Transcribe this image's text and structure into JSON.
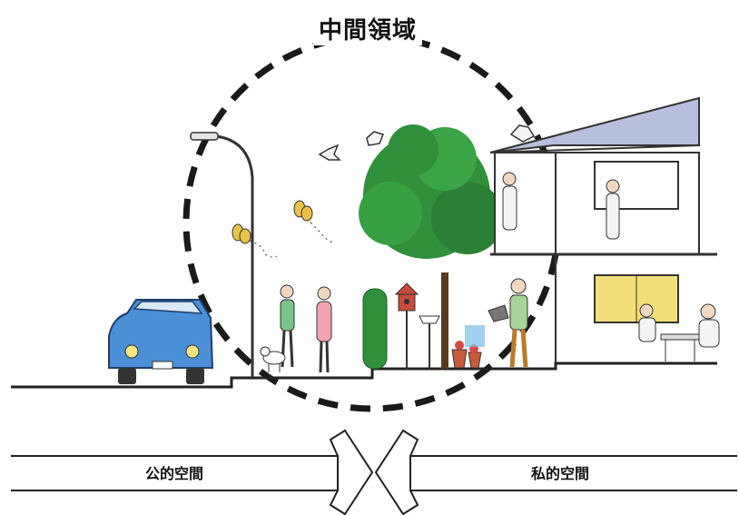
{
  "title": "中間領域",
  "public_space_label": "公的空間",
  "private_space_label": "私的空間",
  "colors": {
    "dashed_circle": "#1a1a1a",
    "tree_green": "#2f8f3a",
    "car_blue": "#4b8fd6",
    "house_roof": "#b8bfdc",
    "window_yellow": "#f3df7a",
    "ground_line": "#222222"
  },
  "icons": [
    "street-lamp-icon",
    "car-icon",
    "tree-icon",
    "birdhouse-icon",
    "butterfly-icon",
    "bird-icon",
    "person-icon",
    "dog-icon",
    "flower-pot-icon",
    "watering-can-icon",
    "house-icon",
    "crossing-arrows-icon"
  ]
}
